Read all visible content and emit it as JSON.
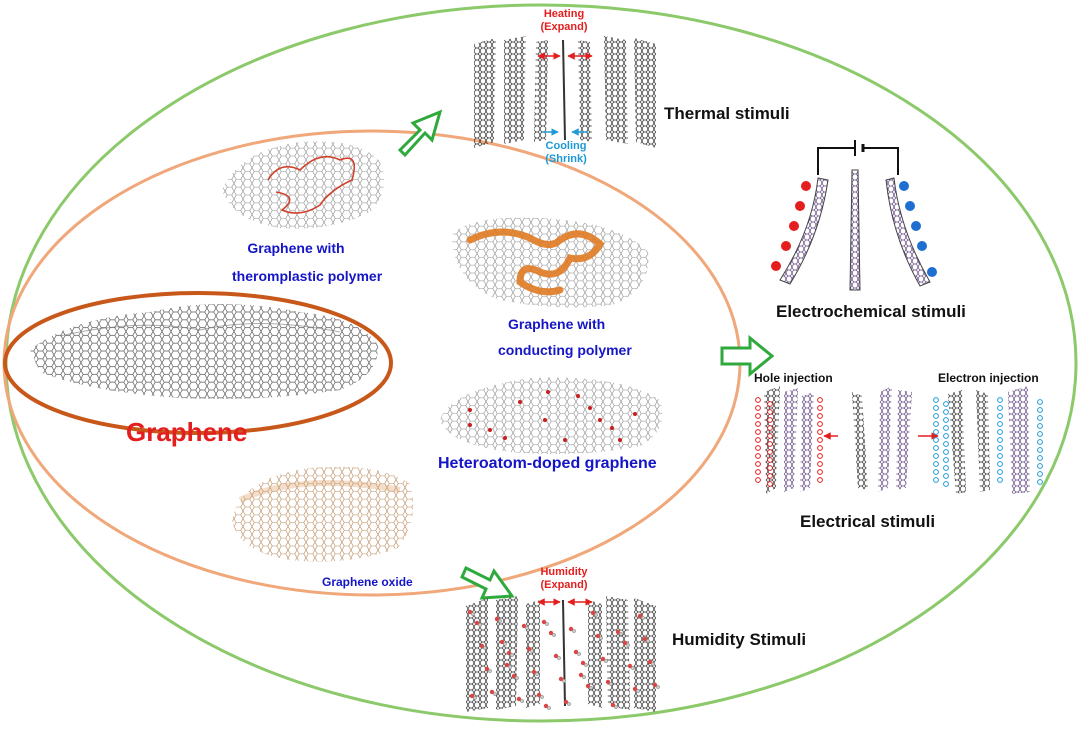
{
  "labels": {
    "graphene": "Graphene",
    "graphene_polymer": "Graphene with",
    "graphene_polymer_2": "theromplastic polymer",
    "conducting": "Graphene with",
    "conducting_2": "conducting polymer",
    "heteroatom": "Heteroatom-doped graphene",
    "oxide": "Graphene oxide",
    "thermal": "Thermal stimuli",
    "electrochemical": "Electrochemical stimuli",
    "electrical": "Electrical stimuli",
    "humidity": "Humidity Stimuli",
    "heating": "Heating",
    "heating_sub": "(Expand)",
    "cooling": "Cooling",
    "cooling_sub": "(Shrink)",
    "humidity_top": "Humidity",
    "humidity_sub": "(Expand)",
    "hole": "Hole injection",
    "electron": "Electron injection"
  },
  "colors": {
    "outer_ellipse": "#8cc96a",
    "inner_ellipse": "#f0a77a",
    "graphene_ellipse": "#c8581a",
    "arrow": "#2eaa3c",
    "title_red": "#e41e1e",
    "blue_text": "#1515c8",
    "positive_ion": "#e41e1e",
    "negative_ion": "#1e6fd0"
  }
}
